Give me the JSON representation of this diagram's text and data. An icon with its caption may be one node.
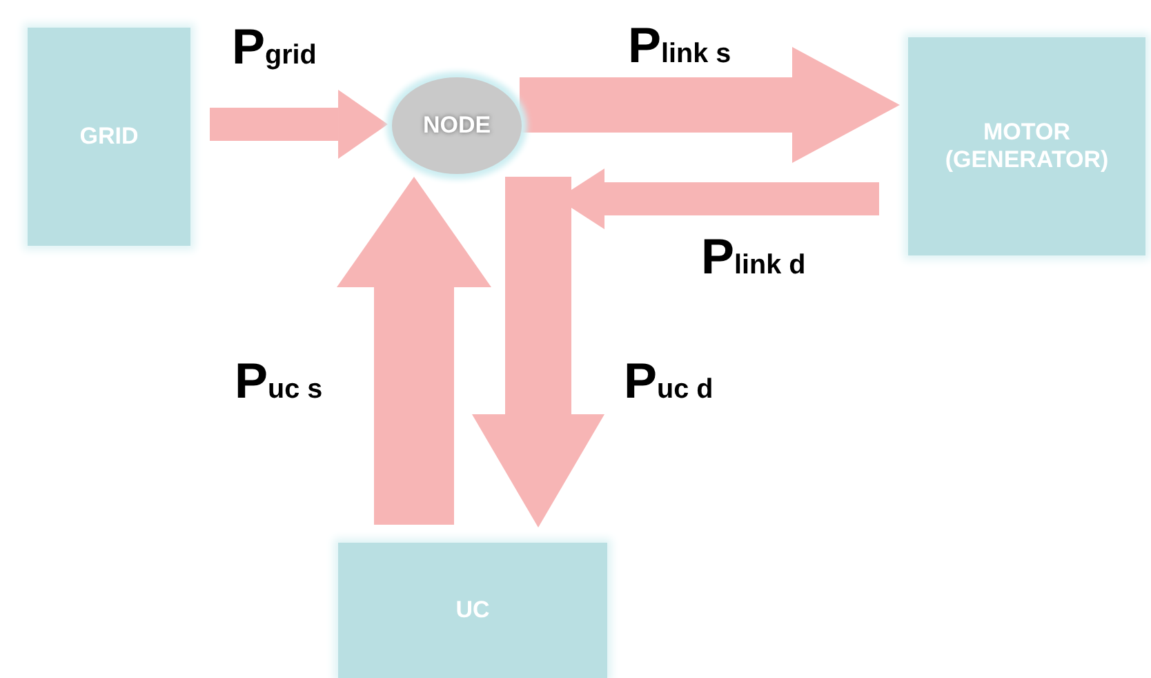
{
  "diagram": {
    "nodes": [
      {
        "text": [
          "GRID"
        ]
      },
      {
        "text": [
          "NODE"
        ]
      },
      {
        "text": [
          "MOTOR (GENERATOR)"
        ]
      },
      {
        "text": [
          "UC"
        ]
      }
    ],
    "edges": [
      {
        "from": 0,
        "to": 1,
        "arrow": "to",
        "label": "P$_{grid}$"
      },
      {
        "from": 1,
        "to": 2,
        "arrow": "to",
        "label": "P$_{link s}$"
      },
      {
        "from": 2,
        "to": 1,
        "arrow": "to",
        "label": "P$_{link d}$"
      },
      {
        "from": 3,
        "to": 1,
        "arrow": "to",
        "label": "P$_{uc s}$"
      },
      {
        "from": 1,
        "to": 3,
        "arrow": "to",
        "label": "P$_{uc d}$"
      }
    ]
  }
}
